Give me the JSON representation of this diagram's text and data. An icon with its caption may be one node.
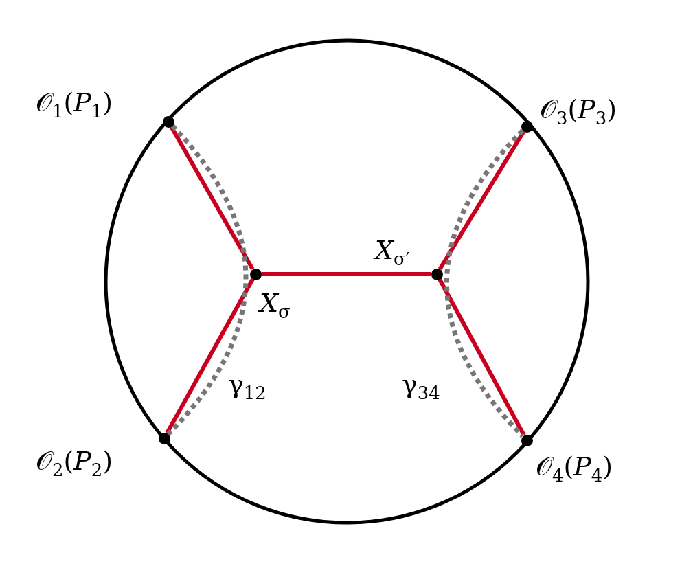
{
  "diagram": {
    "nodes": [
      {
        "text": [],
        "shape": "circle",
        "beside": [
          "𝒪$_{1}$(*P*$_{1}$)"
        ]
      },
      {
        "text": [],
        "shape": "circle",
        "beside": [
          "𝒪$_{2}$(*P*$_{2}$)"
        ]
      },
      {
        "text": [],
        "shape": "circle",
        "beside": [
          "𝒪$_{3}$(*P*$_{3}$)"
        ]
      },
      {
        "text": [],
        "shape": "circle",
        "beside": [
          "𝒪$_{4}$(*P*$_{4}$)"
        ]
      },
      {
        "text": [],
        "shape": "circle",
        "beside": [
          "*X*$_{σ}$"
        ]
      },
      {
        "text": [],
        "shape": "circle",
        "beside": [
          "*X*$_{σ′}$"
        ]
      }
    ],
    "edges": [
      {
        "from": 0,
        "to": 4,
        "arrow": "none"
      },
      {
        "from": 1,
        "to": 4,
        "arrow": "none"
      },
      {
        "from": 4,
        "to": 5,
        "arrow": "none"
      },
      {
        "from": 5,
        "to": 2,
        "arrow": "none"
      },
      {
        "from": 5,
        "to": 3,
        "arrow": "none"
      },
      {
        "from": 0,
        "to": 1,
        "arrow": "none",
        "label": "γ$_{12}$",
        "style": "dashed",
        "color": "#777777"
      },
      {
        "from": 2,
        "to": 3,
        "arrow": "none",
        "label": "γ$_{34}$",
        "style": "dashed",
        "color": "#777777"
      }
    ]
  }
}
